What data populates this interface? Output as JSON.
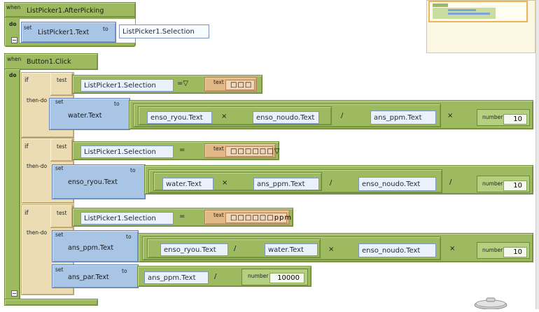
{
  "event1": {
    "when": "when",
    "do": "do",
    "title": "ListPicker1.AfterPicking",
    "set": {
      "set": "set",
      "target": "ListPicker1.Text",
      "to": "to",
      "value": "ListPicker1.Selection"
    }
  },
  "event2": {
    "when": "when",
    "do": "do",
    "title": "Button1.Click",
    "if_label": "if",
    "test_label": "test",
    "thendo_label": "then-do",
    "set_label": "set",
    "to_label": "to",
    "text_label": "text",
    "number_label": "number",
    "branch1": {
      "test_left": "ListPicker1.Selection",
      "test_op": "=▽",
      "test_text": "□□□",
      "target": "water.Text",
      "op1_left": "enso_ryou.Text",
      "op1_sym": "×",
      "op1_right": "enso_noudo.Text",
      "op2_sym": "/",
      "op2_right": "ans_ppm.Text",
      "op3_sym": "×",
      "number": "10"
    },
    "branch2": {
      "test_left": "ListPicker1.Selection",
      "test_op": "=",
      "test_text": "□□□□□□▽",
      "target": "enso_ryou.Text",
      "op1_left": "water.Text",
      "op1_sym": "×",
      "op1_right": "ans_ppm.Text",
      "op2_sym": "/",
      "op2_right": "enso_noudo.Text",
      "op3_sym": "/",
      "number": "10"
    },
    "branch3": {
      "test_left": "ListPicker1.Selection",
      "test_op": "=",
      "test_text": "□□□□□□ppm",
      "target": "ans_ppm.Text",
      "op1_left": "enso_ryou.Text",
      "op1_sym": "/",
      "op1_right": "water.Text",
      "op2_sym": "×",
      "op2_right": "enso_noudo.Text",
      "op3_sym": "×",
      "number": "10",
      "target2": "ans_par.Text",
      "p_left": "ans_ppm.Text",
      "p_sym": "/",
      "p_number": "10000"
    }
  },
  "icons": [
    "collapse-icon",
    "trash-icon"
  ]
}
